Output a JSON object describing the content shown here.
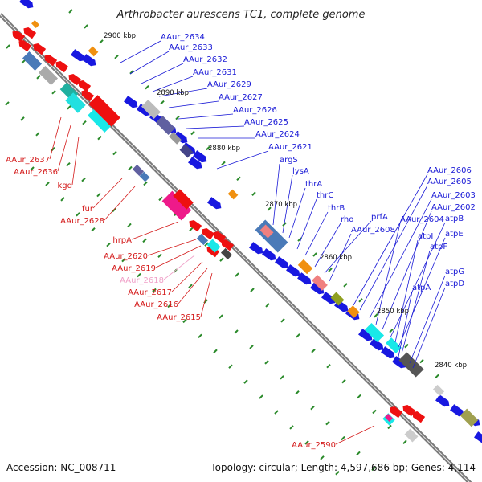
{
  "title": "Arthrobacter aurescens TC1, complete genome",
  "footer": {
    "accession": "Accession: NC_008711",
    "summary": "Topology: circular; Length: 4,597,686 bp; Genes: 4,114"
  },
  "colors": {
    "forward_label": "#1a1ad6",
    "reverse_label": "#d41a1a",
    "pink_label": "#f0a0c8",
    "backbone": "#7a7a7a",
    "tick": "#2a8a2a"
  },
  "kbp_ticks": [
    "2900 kbp",
    "2890 kbp",
    "2880 kbp",
    "2870 kbp",
    "2860 kbp",
    "2850 kbp",
    "2840 kbp"
  ],
  "forward_labels": [
    "AAur_2634",
    "AAur_2633",
    "AAur_2632",
    "AAur_2631",
    "AAur_2629",
    "AAur_2627",
    "AAur_2626",
    "AAur_2625",
    "AAur_2624",
    "AAur_2621",
    "argS",
    "lysA",
    "thrA",
    "thrC",
    "thrB",
    "rho",
    "prfA",
    "AAur_2608",
    "AAur_2606",
    "AAur_2605",
    "AAur_2603",
    "AAur_2604",
    "AAur_2602",
    "atpB",
    "atpI",
    "atpE",
    "atpF",
    "atpA",
    "atpG",
    "atpD"
  ],
  "reverse_labels": [
    "AAur_2637",
    "AAur_2636",
    "kgd",
    "fur",
    "AAur_2628",
    "hrpA",
    "AAur_2620",
    "AAur_2619",
    "AAur_2618",
    "AAur_2617",
    "AAur_2616",
    "AAur_2615",
    "AAur_2590"
  ]
}
